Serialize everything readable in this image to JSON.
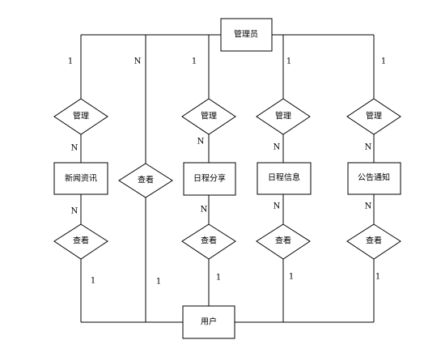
{
  "entities": {
    "admin": "管理员",
    "user": "用户",
    "news": "新闻资讯",
    "schedule_share": "日程分享",
    "schedule_info": "日程信息",
    "notice": "公告通知"
  },
  "relationships": {
    "manage": "管理",
    "view": "查看"
  },
  "cardinality": {
    "one": "1",
    "many": "N"
  }
}
